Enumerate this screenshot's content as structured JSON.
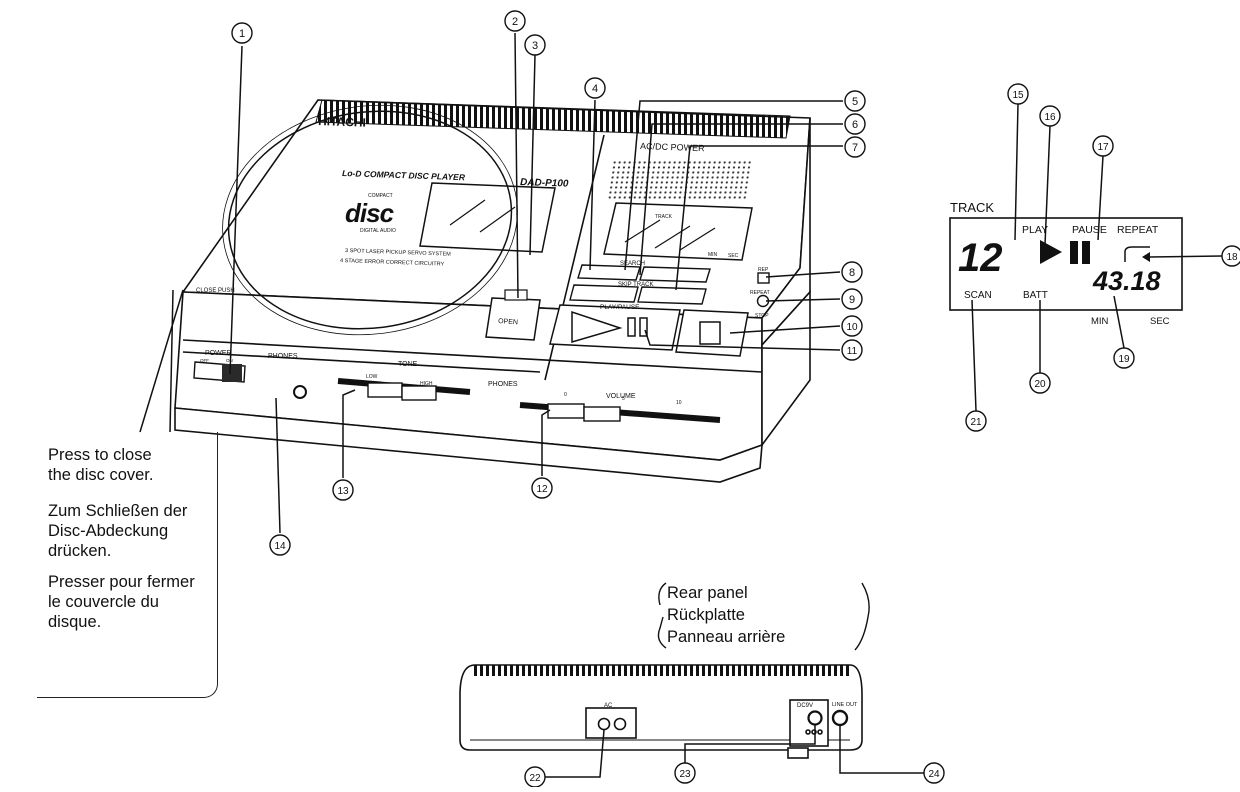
{
  "callout": {
    "en": [
      "Press to close",
      "the disc cover."
    ],
    "de": [
      "Zum Schließen der",
      "Disc-Abdeckung",
      "drücken."
    ],
    "fr": [
      "Presser pour fermer",
      "le couvercle du",
      "disque."
    ]
  },
  "rear_panel": {
    "en": "Rear panel",
    "de": "Rückplatte",
    "fr": "Panneau arrière",
    "ac_label": "AC",
    "dc_label": "DC9V",
    "line_out_label": "LINE OUT"
  },
  "device": {
    "brand": "HITACHI",
    "model_line": "Lo-D COMPACT DISC PLAYER",
    "model": "DAD-P100",
    "disc_logo": "disc",
    "disc_logo_top": "COMPACT",
    "disc_logo_bottom": "DIGITAL AUDIO",
    "ac_dc_power": "AC/DC POWER",
    "display_track": "TRACK",
    "display_min": "MIN",
    "display_sec": "SEC",
    "search": "SEARCH",
    "skip_track": "SKIP TRACK",
    "rep": "REP",
    "repeat": "REPEAT",
    "play_pause": "PLAY/PAUSE",
    "stop": "STOP",
    "open": "OPEN",
    "close_push": "CLOSE PUSH",
    "power": "POWER",
    "power_off": "OFF",
    "power_on": "ON",
    "phones": "PHONES",
    "tone": "TONE",
    "tone_low": "LOW",
    "tone_high": "HIGH",
    "volume": "VOLUME",
    "vol_min": "0",
    "vol_mid": "5",
    "vol_max": "10",
    "laser_line1": "3 SPOT LASER PICKUP SERVO SYSTEM",
    "laser_line2": "4 STAGE ERROR CORRECT CIRCUITRY"
  },
  "lcd": {
    "track_label": "TRACK",
    "track_number": "12",
    "play": "PLAY",
    "pause": "PAUSE",
    "repeat": "REPEAT",
    "time": "43.18",
    "scan": "SCAN",
    "batt": "BATT",
    "min": "MIN",
    "sec": "SEC"
  },
  "callout_numbers": [
    "1",
    "2",
    "3",
    "4",
    "5",
    "6",
    "7",
    "8",
    "9",
    "10",
    "11",
    "12",
    "13",
    "14",
    "15",
    "16",
    "17",
    "18",
    "19",
    "20",
    "21",
    "22",
    "23",
    "24"
  ],
  "colors": {
    "ink": "#111111",
    "paper": "#ffffff",
    "shade": "#2a2a2a"
  }
}
